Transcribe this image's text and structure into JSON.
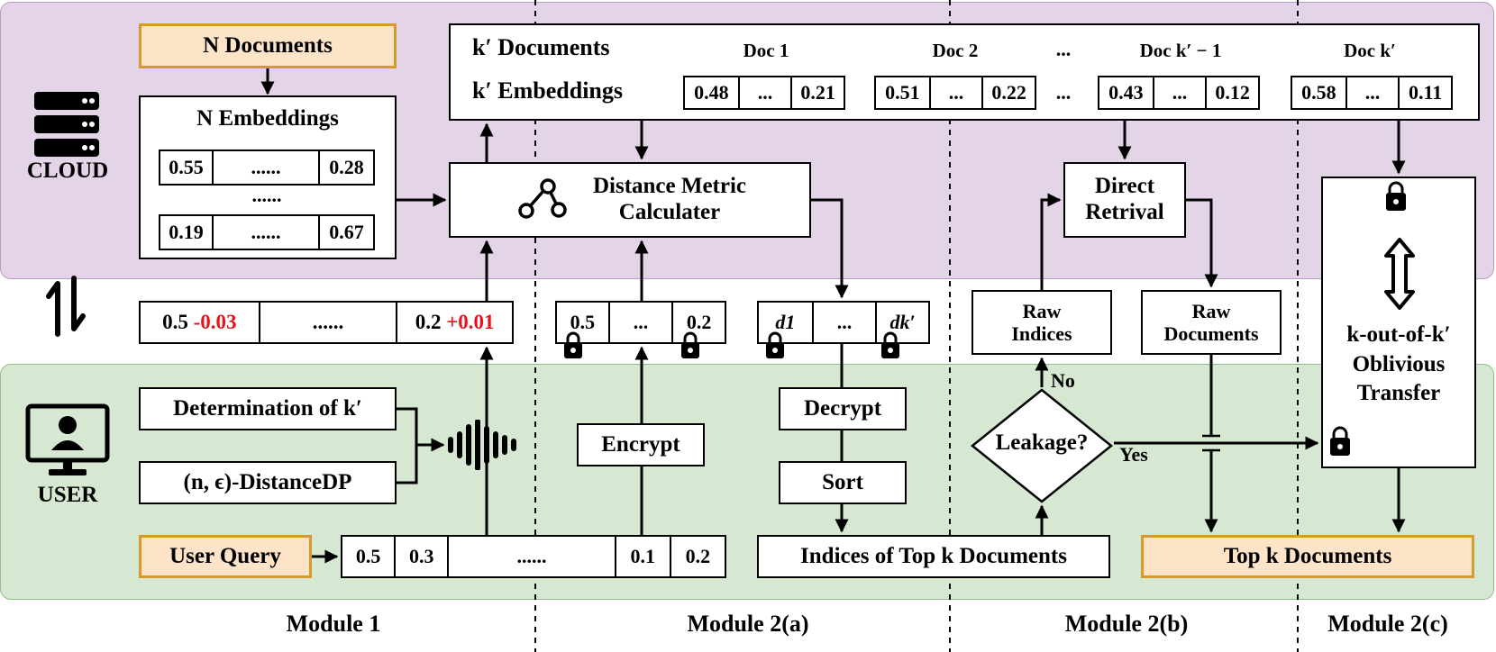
{
  "zones": {
    "cloud_label": "CLOUD",
    "user_label": "USER"
  },
  "cloud": {
    "n_documents": "N Documents",
    "n_embeddings": "N Embeddings",
    "emb_row1": [
      "0.55",
      "......",
      "0.28"
    ],
    "emb_dots": "......",
    "emb_row2": [
      "0.19",
      "......",
      "0.67"
    ],
    "k_documents": "k′ Documents",
    "k_embeddings": "k′ Embeddings",
    "docs": [
      {
        "title": "Doc 1",
        "values": [
          "0.48",
          "...",
          "0.21"
        ]
      },
      {
        "title": "Doc 2",
        "values": [
          "0.51",
          "...",
          "0.22"
        ]
      },
      {
        "title": "Doc k′ − 1",
        "values": [
          "0.43",
          "...",
          "0.12"
        ]
      },
      {
        "title": "Doc k′",
        "values": [
          "0.58",
          "...",
          "0.11"
        ]
      }
    ],
    "ellipsis": "...",
    "distance_metric": [
      "Distance Metric",
      "Calculater"
    ],
    "direct_retrieval": [
      "Direct",
      "Retrival"
    ],
    "ot_box": [
      "k-out-of-k′",
      "Oblivious",
      "Transfer"
    ]
  },
  "middle": {
    "noisy_query": {
      "v1": "0.5",
      "n1": "-0.03",
      "dots": "......",
      "v2": "0.2",
      "n2": "+0.01"
    },
    "encrypted_query": [
      "0.5",
      "...",
      "0.2"
    ],
    "encrypted_distances": [
      "d1",
      "...",
      "dk′"
    ],
    "raw_indices": [
      "Raw",
      "Indices"
    ],
    "raw_documents": [
      "Raw",
      "Documents"
    ]
  },
  "user": {
    "determination": "Determination of k′",
    "distance_dp": "(n, ϵ)-DistanceDP",
    "user_query": "User Query",
    "query_values": [
      "0.5",
      "0.3",
      "......",
      "0.1",
      "0.2"
    ],
    "encrypt": "Encrypt",
    "decrypt": "Decrypt",
    "sort": "Sort",
    "indices_top_k": "Indices of Top k Documents",
    "leakage": "Leakage?",
    "no": "No",
    "yes": "Yes",
    "top_k_documents": "Top k Documents"
  },
  "modules": [
    "Module 1",
    "Module 2(a)",
    "Module 2(b)",
    "Module 2(c)"
  ]
}
